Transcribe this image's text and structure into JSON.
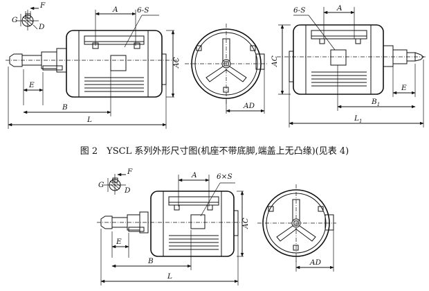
{
  "caption": "图 2　YSCL 系列外形尺寸图(机座不带底脚,端盖上无凸缘)(见表 4)",
  "fig1": {
    "left_view": {
      "F": "F",
      "G": "G",
      "D": "D",
      "A": "A",
      "S": "6-S",
      "E": "E",
      "B": "B",
      "L": "L",
      "AC": "AC"
    },
    "end_view": {
      "AD": "AD"
    },
    "right_view": {
      "S": "6-S",
      "A": "A",
      "AC": "AC",
      "E": "E",
      "B1": "B",
      "B1_sub": "1",
      "L1": "L",
      "L1_sub": "1"
    }
  },
  "fig2": {
    "side_view": {
      "F": "F",
      "G": "G",
      "D": "D",
      "A": "A",
      "S": "6×S",
      "E": "E",
      "B": "B",
      "L": "L",
      "AC": "AC"
    },
    "end_view": {
      "AD": "AD"
    }
  }
}
